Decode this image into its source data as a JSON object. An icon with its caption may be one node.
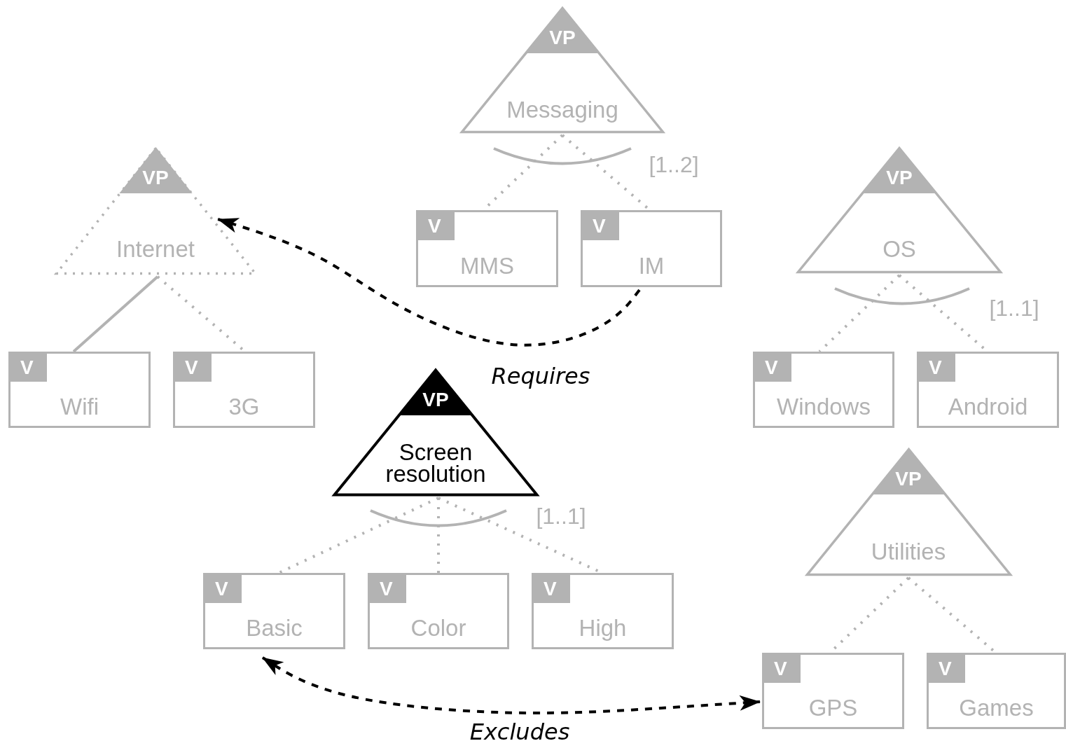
{
  "diagram": {
    "nodes": [
      {
        "text": [
          "VP",
          "Messaging"
        ]
      },
      {
        "text": [
          "V",
          "MMS"
        ]
      },
      {
        "text": [
          "V",
          "IM"
        ]
      },
      {
        "text": [
          "VP",
          "Internet"
        ]
      },
      {
        "text": [
          "V",
          "Wifi"
        ]
      },
      {
        "text": [
          "V",
          "3G"
        ]
      },
      {
        "text": [
          "VP",
          "OS"
        ]
      },
      {
        "text": [
          "V",
          "Windows"
        ]
      },
      {
        "text": [
          "V",
          "Android"
        ]
      },
      {
        "text": [
          "VP",
          "Screen resolution"
        ]
      },
      {
        "text": [
          "V",
          "Basic"
        ]
      },
      {
        "text": [
          "V",
          "Color"
        ]
      },
      {
        "text": [
          "V",
          "High"
        ]
      },
      {
        "text": [
          "VP",
          "Utilities"
        ]
      },
      {
        "text": [
          "V",
          "GPS"
        ]
      },
      {
        "text": [
          "V",
          "Games"
        ]
      }
    ],
    "edges": [
      {
        "from": 0,
        "to": 1,
        "arrow": "none",
        "style": "dashed"
      },
      {
        "from": 0,
        "to": 2,
        "arrow": "none",
        "style": "dashed"
      },
      {
        "from": 3,
        "to": 4,
        "arrow": "none"
      },
      {
        "from": 3,
        "to": 5,
        "arrow": "none",
        "style": "dashed"
      },
      {
        "from": 6,
        "to": 7,
        "arrow": "none",
        "style": "dashed"
      },
      {
        "from": 6,
        "to": 8,
        "arrow": "none",
        "style": "dashed"
      },
      {
        "from": 9,
        "to": 10,
        "arrow": "none",
        "style": "dashed"
      },
      {
        "from": 9,
        "to": 11,
        "arrow": "none",
        "style": "dashed"
      },
      {
        "from": 9,
        "to": 12,
        "arrow": "none",
        "style": "dashed"
      },
      {
        "from": 13,
        "to": 14,
        "arrow": "none",
        "style": "dashed"
      },
      {
        "from": 13,
        "to": 15,
        "arrow": "none",
        "style": "dashed"
      },
      {
        "from": 2,
        "to": 3,
        "arrow": "to",
        "label": "Requires",
        "style": "dashed",
        "color": "#000000"
      },
      {
        "from": 10,
        "to": 14,
        "arrow": "both",
        "label": "Excludes",
        "style": "dashed",
        "color": "#000000"
      }
    ],
    "labels": [
      "[1..2]",
      "[1..1]",
      "[1..1]"
    ]
  }
}
